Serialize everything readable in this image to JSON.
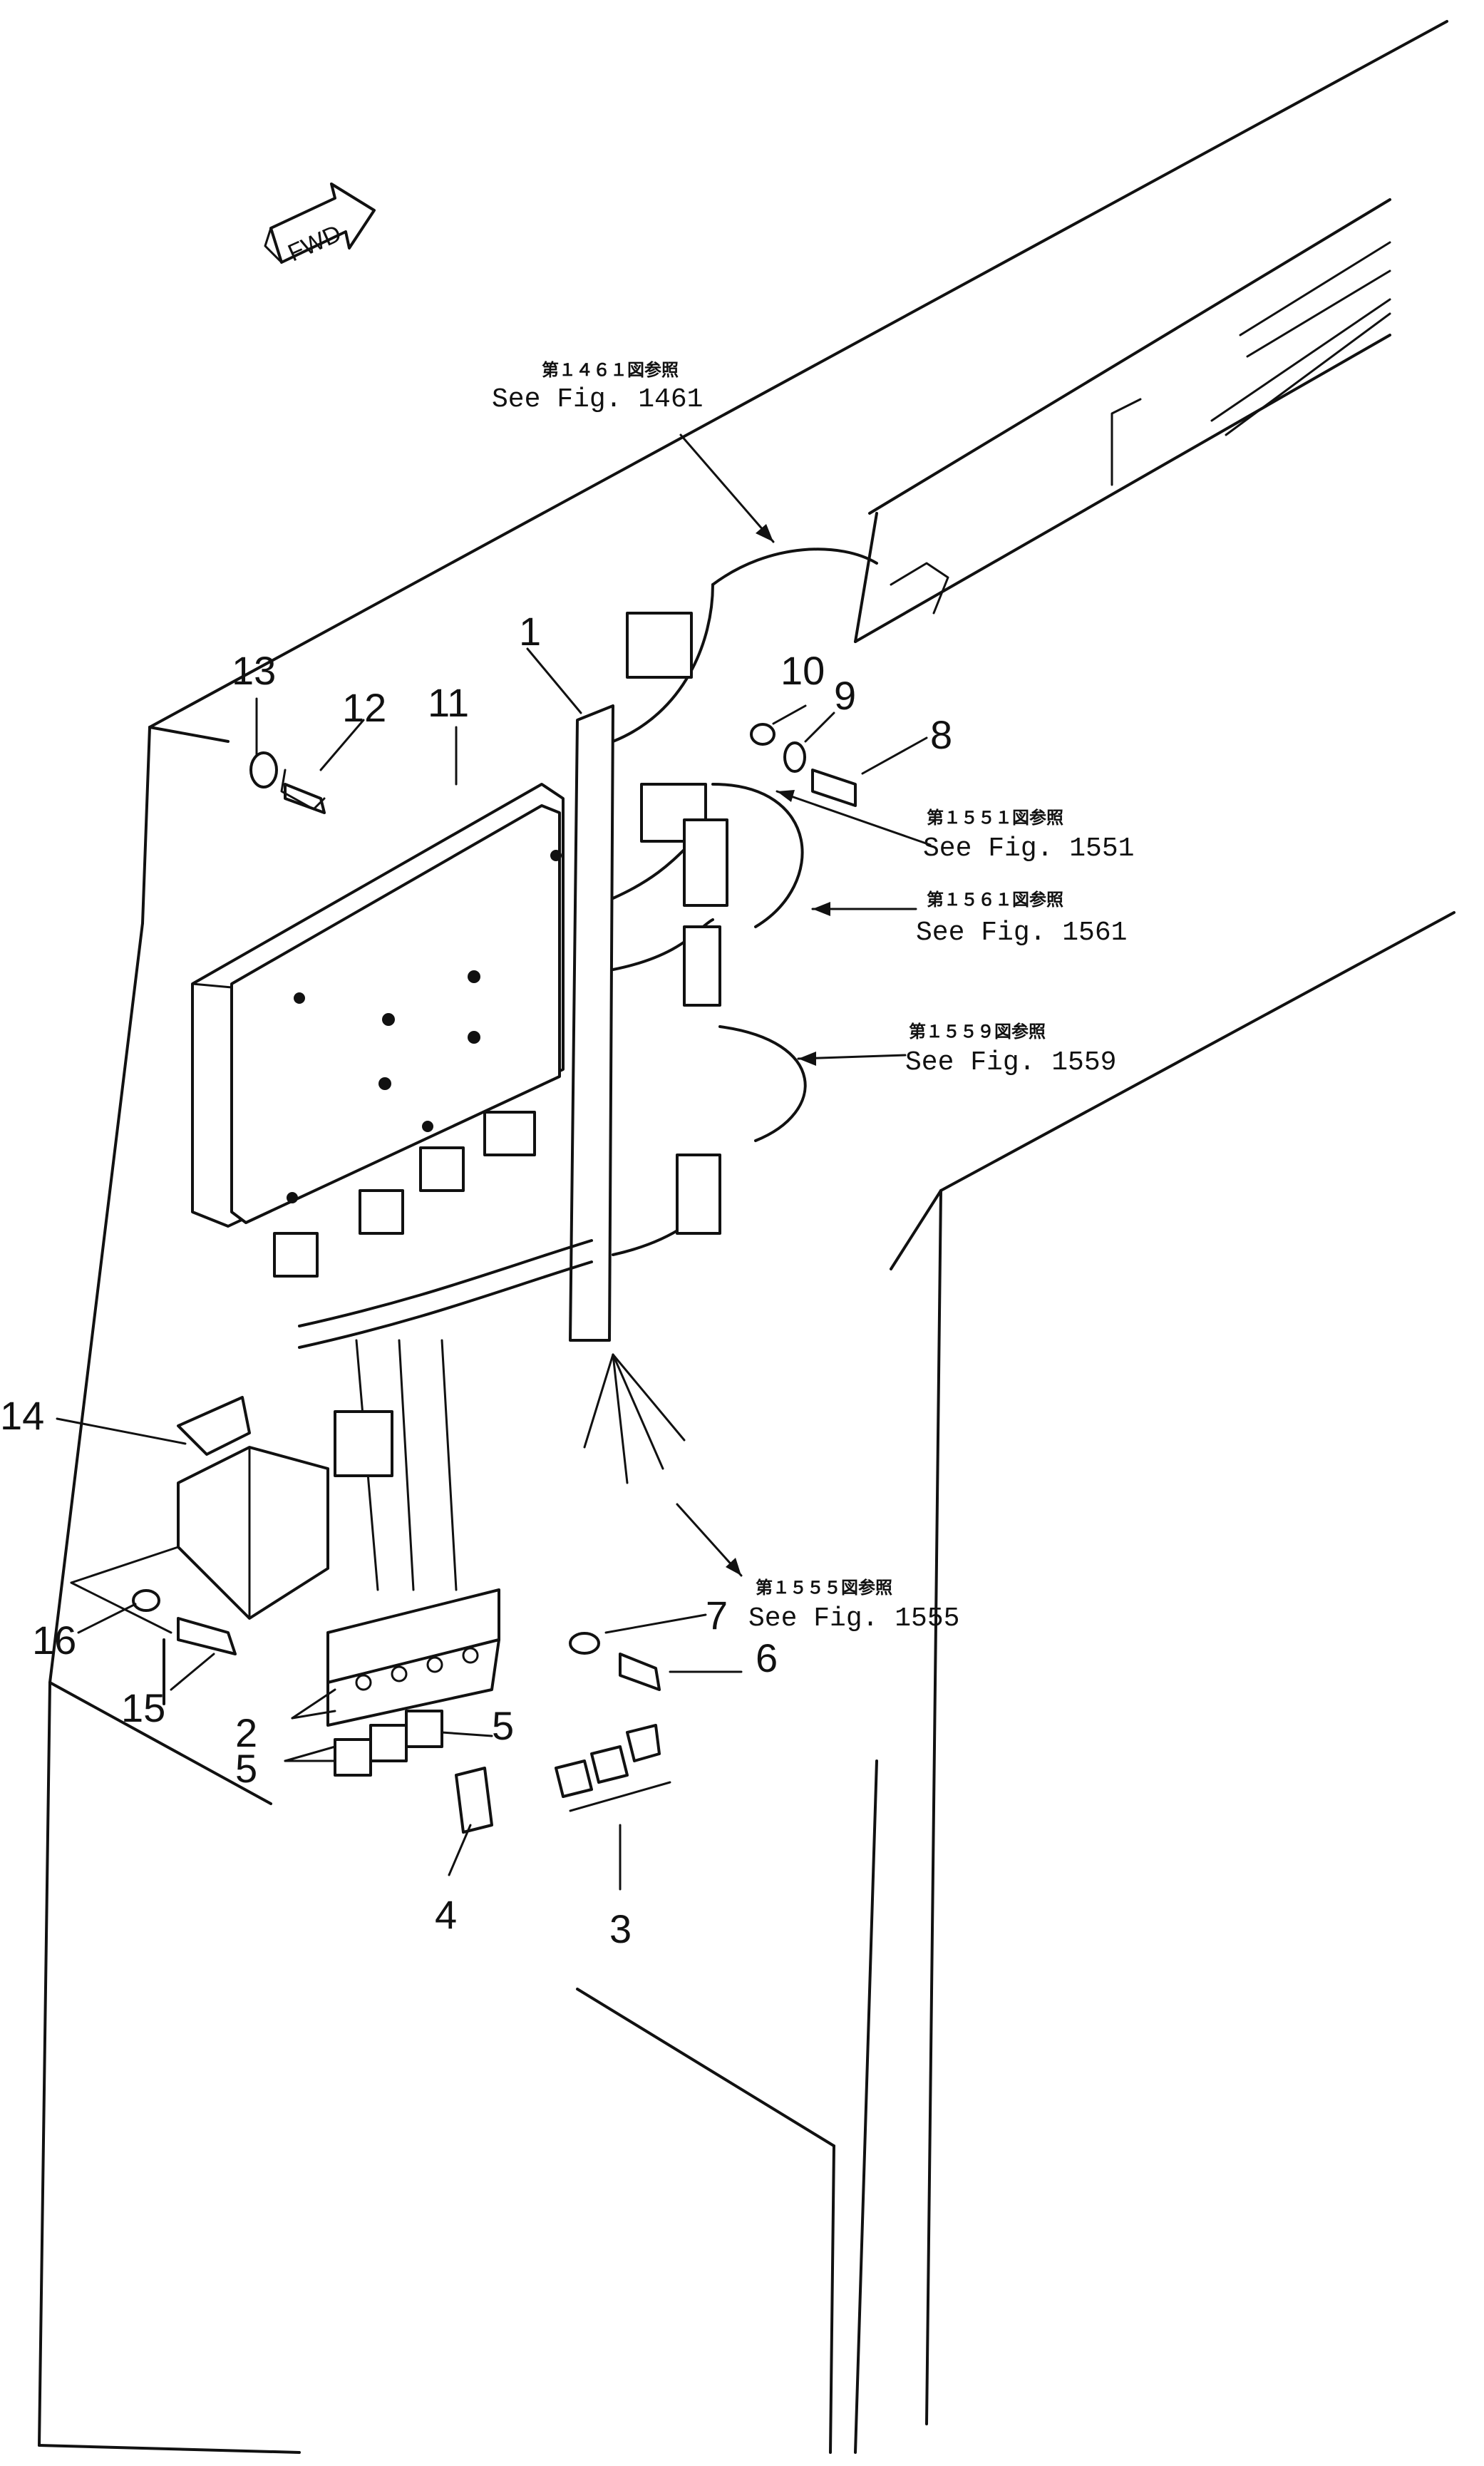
{
  "fwd_label": "FWD",
  "callouts": [
    {
      "id": "c1",
      "num": "1"
    },
    {
      "id": "c2",
      "num": "2"
    },
    {
      "id": "c3",
      "num": "3"
    },
    {
      "id": "c4",
      "num": "4"
    },
    {
      "id": "c5a",
      "num": "5"
    },
    {
      "id": "c5b",
      "num": "5"
    },
    {
      "id": "c6",
      "num": "6"
    },
    {
      "id": "c7",
      "num": "7"
    },
    {
      "id": "c8",
      "num": "8"
    },
    {
      "id": "c9",
      "num": "9"
    },
    {
      "id": "c10",
      "num": "10"
    },
    {
      "id": "c11",
      "num": "11"
    },
    {
      "id": "c12",
      "num": "12"
    },
    {
      "id": "c13",
      "num": "13"
    },
    {
      "id": "c14",
      "num": "14"
    },
    {
      "id": "c15",
      "num": "15"
    },
    {
      "id": "c16",
      "num": "16"
    }
  ],
  "references": [
    {
      "jp": "第１４６１図参照",
      "en": "See Fig. 1461"
    },
    {
      "jp": "第１５５１図参照",
      "en": "See Fig. 1551"
    },
    {
      "jp": "第１５６１図参照",
      "en": "See Fig. 1561"
    },
    {
      "jp": "第１５５９図参照",
      "en": "See Fig. 1559"
    },
    {
      "jp": "第１５５５図参照",
      "en": "See Fig. 1555"
    }
  ]
}
